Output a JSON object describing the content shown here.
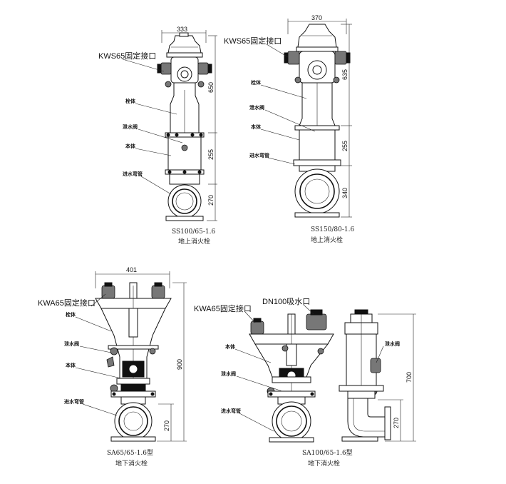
{
  "hydrants": [
    {
      "caption_model": "SS100/65-1.6",
      "caption_type": "地上消火栓",
      "dims": [
        "333",
        "650",
        "255",
        "270"
      ],
      "callouts": [
        "KWS65固定接口",
        "栓体",
        "泄水阀",
        "本体",
        "进水弯管"
      ]
    },
    {
      "caption_model": "SS150/80-1.6",
      "caption_type": "地上消火栓",
      "dims": [
        "370",
        "635",
        "255",
        "340"
      ],
      "callouts": [
        "KWS65固定接口",
        "栓体",
        "泄水阀",
        "本体",
        "进水弯管"
      ]
    },
    {
      "caption_model": "SA65/65-1.6型",
      "caption_type": "地下消火栓",
      "dims": [
        "401",
        "900",
        "270"
      ],
      "callouts": [
        "KWA65固定接口",
        "栓体",
        "泄水阀",
        "本体",
        "进水弯管"
      ]
    },
    {
      "caption_model": "SA100/65-1.6型",
      "caption_type": "地下消火栓",
      "dims": [
        "700",
        "270"
      ],
      "callouts": [
        "KWA65固定接口",
        "DN100吸水口",
        "本体",
        "泄水阀",
        "进水弯管",
        "泄水阀"
      ]
    }
  ]
}
